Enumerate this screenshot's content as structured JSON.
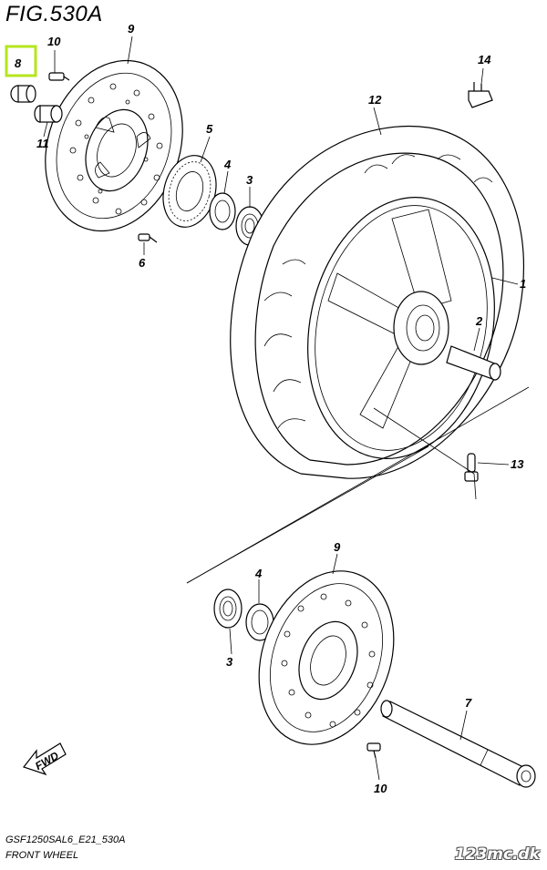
{
  "figure": {
    "title": "FIG.530A",
    "code": "GSF1250SAL6_E21_530A",
    "name": "FRONT WHEEL"
  },
  "watermark": "123mc.dk",
  "fwd_label": "FWD",
  "highlight_color": "#b5e61d",
  "callouts": {
    "p1": "1",
    "p2": "2",
    "p3a": "3",
    "p3b": "3",
    "p4a": "4",
    "p4b": "4",
    "p5": "5",
    "p6": "6",
    "p7": "7",
    "p8": "8",
    "p9a": "9",
    "p9b": "9",
    "p10a": "10",
    "p10b": "10",
    "p11": "11",
    "p12": "12",
    "p13": "13",
    "p14": "14"
  }
}
